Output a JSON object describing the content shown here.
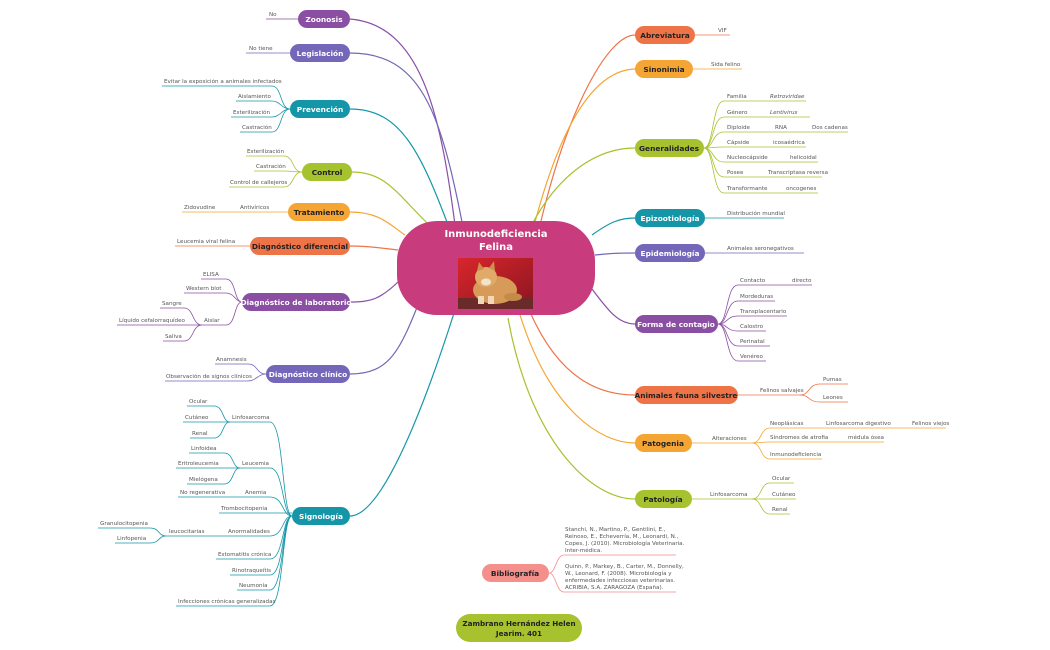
{
  "center": {
    "title_line1": "Inmunodeficiencia",
    "title_line2": "Felina"
  },
  "footer": {
    "line1": "Zambrano Hernández Helen",
    "line2": "Jearim. 401"
  },
  "colors": {
    "center": "#c83c7d",
    "purple": "#8a4fa3",
    "indigo": "#7466b8",
    "teal": "#1496a8",
    "olive": "#a6c22e",
    "orange": "#f5a533",
    "coral": "#ee7448",
    "pink": "#f48f8c"
  },
  "branches": {
    "zoonosis": {
      "label": "Zoonosis",
      "leaves": [
        "No"
      ]
    },
    "legislacion": {
      "label": "Legislación",
      "leaves": [
        "No tiene"
      ]
    },
    "prevencion": {
      "label": "Prevención",
      "leaves": [
        "Evitar la exposición a animales infectados",
        "Aislamiento",
        "Esterilización",
        "Castración"
      ]
    },
    "control": {
      "label": "Control",
      "leaves": [
        "Esterilización",
        "Castración",
        "Control de callejeros"
      ]
    },
    "tratamiento": {
      "label": "Tratamiento",
      "leaves": [
        "Antivíricos",
        "Zidovudine"
      ]
    },
    "dx_diferencial": {
      "label": "Diagnóstico diferencial",
      "leaves": [
        "Leucemia viral felina"
      ]
    },
    "dx_laboratorio": {
      "label": "Diagnóstico de laboratorio",
      "leaves": [
        "ELISA",
        "Western blot",
        "Aislar",
        "Sangre",
        "Líquido cefalorraquídeo",
        "Saliva"
      ]
    },
    "dx_clinico": {
      "label": "Diagnóstico clínico",
      "leaves": [
        "Anamnesis",
        "Observación de signos clínicos"
      ]
    },
    "signologia": {
      "label": "Signología",
      "leaves": [
        "Linfosarcoma",
        "Ocular",
        "Cutáneo",
        "Renal",
        "Leucemia",
        "Linfoidea",
        "Eritroleucemia",
        "Mielógena",
        "Anemia",
        "No regenerativa",
        "Trombocitopenia",
        "Anormalidades",
        "leucocitarias",
        "Granulocitopenia",
        "Linfopenia",
        "Estomatitis crónica",
        "Rinotraqueítis",
        "Neumonía",
        "Infecciones crónicas generalizadas"
      ]
    },
    "abreviatura": {
      "label": "Abreviatura",
      "leaves": [
        "VIF"
      ]
    },
    "sinonimia": {
      "label": "Sinonimia",
      "leaves": [
        "Sida felino"
      ]
    },
    "generalidades": {
      "label": "Generalidades",
      "leaves": [
        "Familia",
        "Retroviridae",
        "Género",
        "Lentivirus",
        "Diploide",
        "RNA",
        "Dos cadenas",
        "Cápside",
        "icosaédrica",
        "Nucleocápside",
        "helicoidal",
        "Posee",
        "Transcriptasa reversa",
        "Transformante",
        "oncogenes"
      ]
    },
    "epizootiologia": {
      "label": "Epizootiología",
      "leaves": [
        "Distribución mundial"
      ]
    },
    "epidemiologia": {
      "label": "Epidemiología",
      "leaves": [
        "Animales seronegativos"
      ]
    },
    "contagio": {
      "label": "Forma de contagio",
      "leaves": [
        "Contacto",
        "directo",
        "Mordeduras",
        "Transplacentario",
        "Calostro",
        "Perinatal",
        "Venéreo"
      ]
    },
    "fauna": {
      "label": "Animales fauna silvestre",
      "leaves": [
        "Felinos salvajes",
        "Pumas",
        "Leones"
      ]
    },
    "patogenia": {
      "label": "Patogenia",
      "leaves": [
        "Alteraciones",
        "Neoplásicas",
        "Linfosarcoma digestivo",
        "Felinos viejos",
        "Síndromes de atrofia",
        "médula ósea",
        "Inmunodeficiencia"
      ]
    },
    "patologia": {
      "label": "Patología",
      "leaves": [
        "Linfosarcoma",
        "Ocular",
        "Cutáneo",
        "Renal"
      ]
    },
    "bibliografia": {
      "label": "Bibliografía",
      "leaves": [
        "Stanchi, N., Martino, P., Gentilini, E.,",
        "Reinoso, E., Echeverría, M., Leonardi, N.,",
        "Copes, J. (2010). Microbiología Veterinaria.",
        "Inter-médica.",
        "Quinn, P., Markey, B., Carter, M., Donnelly,",
        "W., Leonard, F. (2008). Microbiología y",
        "enfermedades infecciosas veterinarias.",
        "ACRIBIA, S.A. ZARAGOZA (España)."
      ]
    }
  }
}
